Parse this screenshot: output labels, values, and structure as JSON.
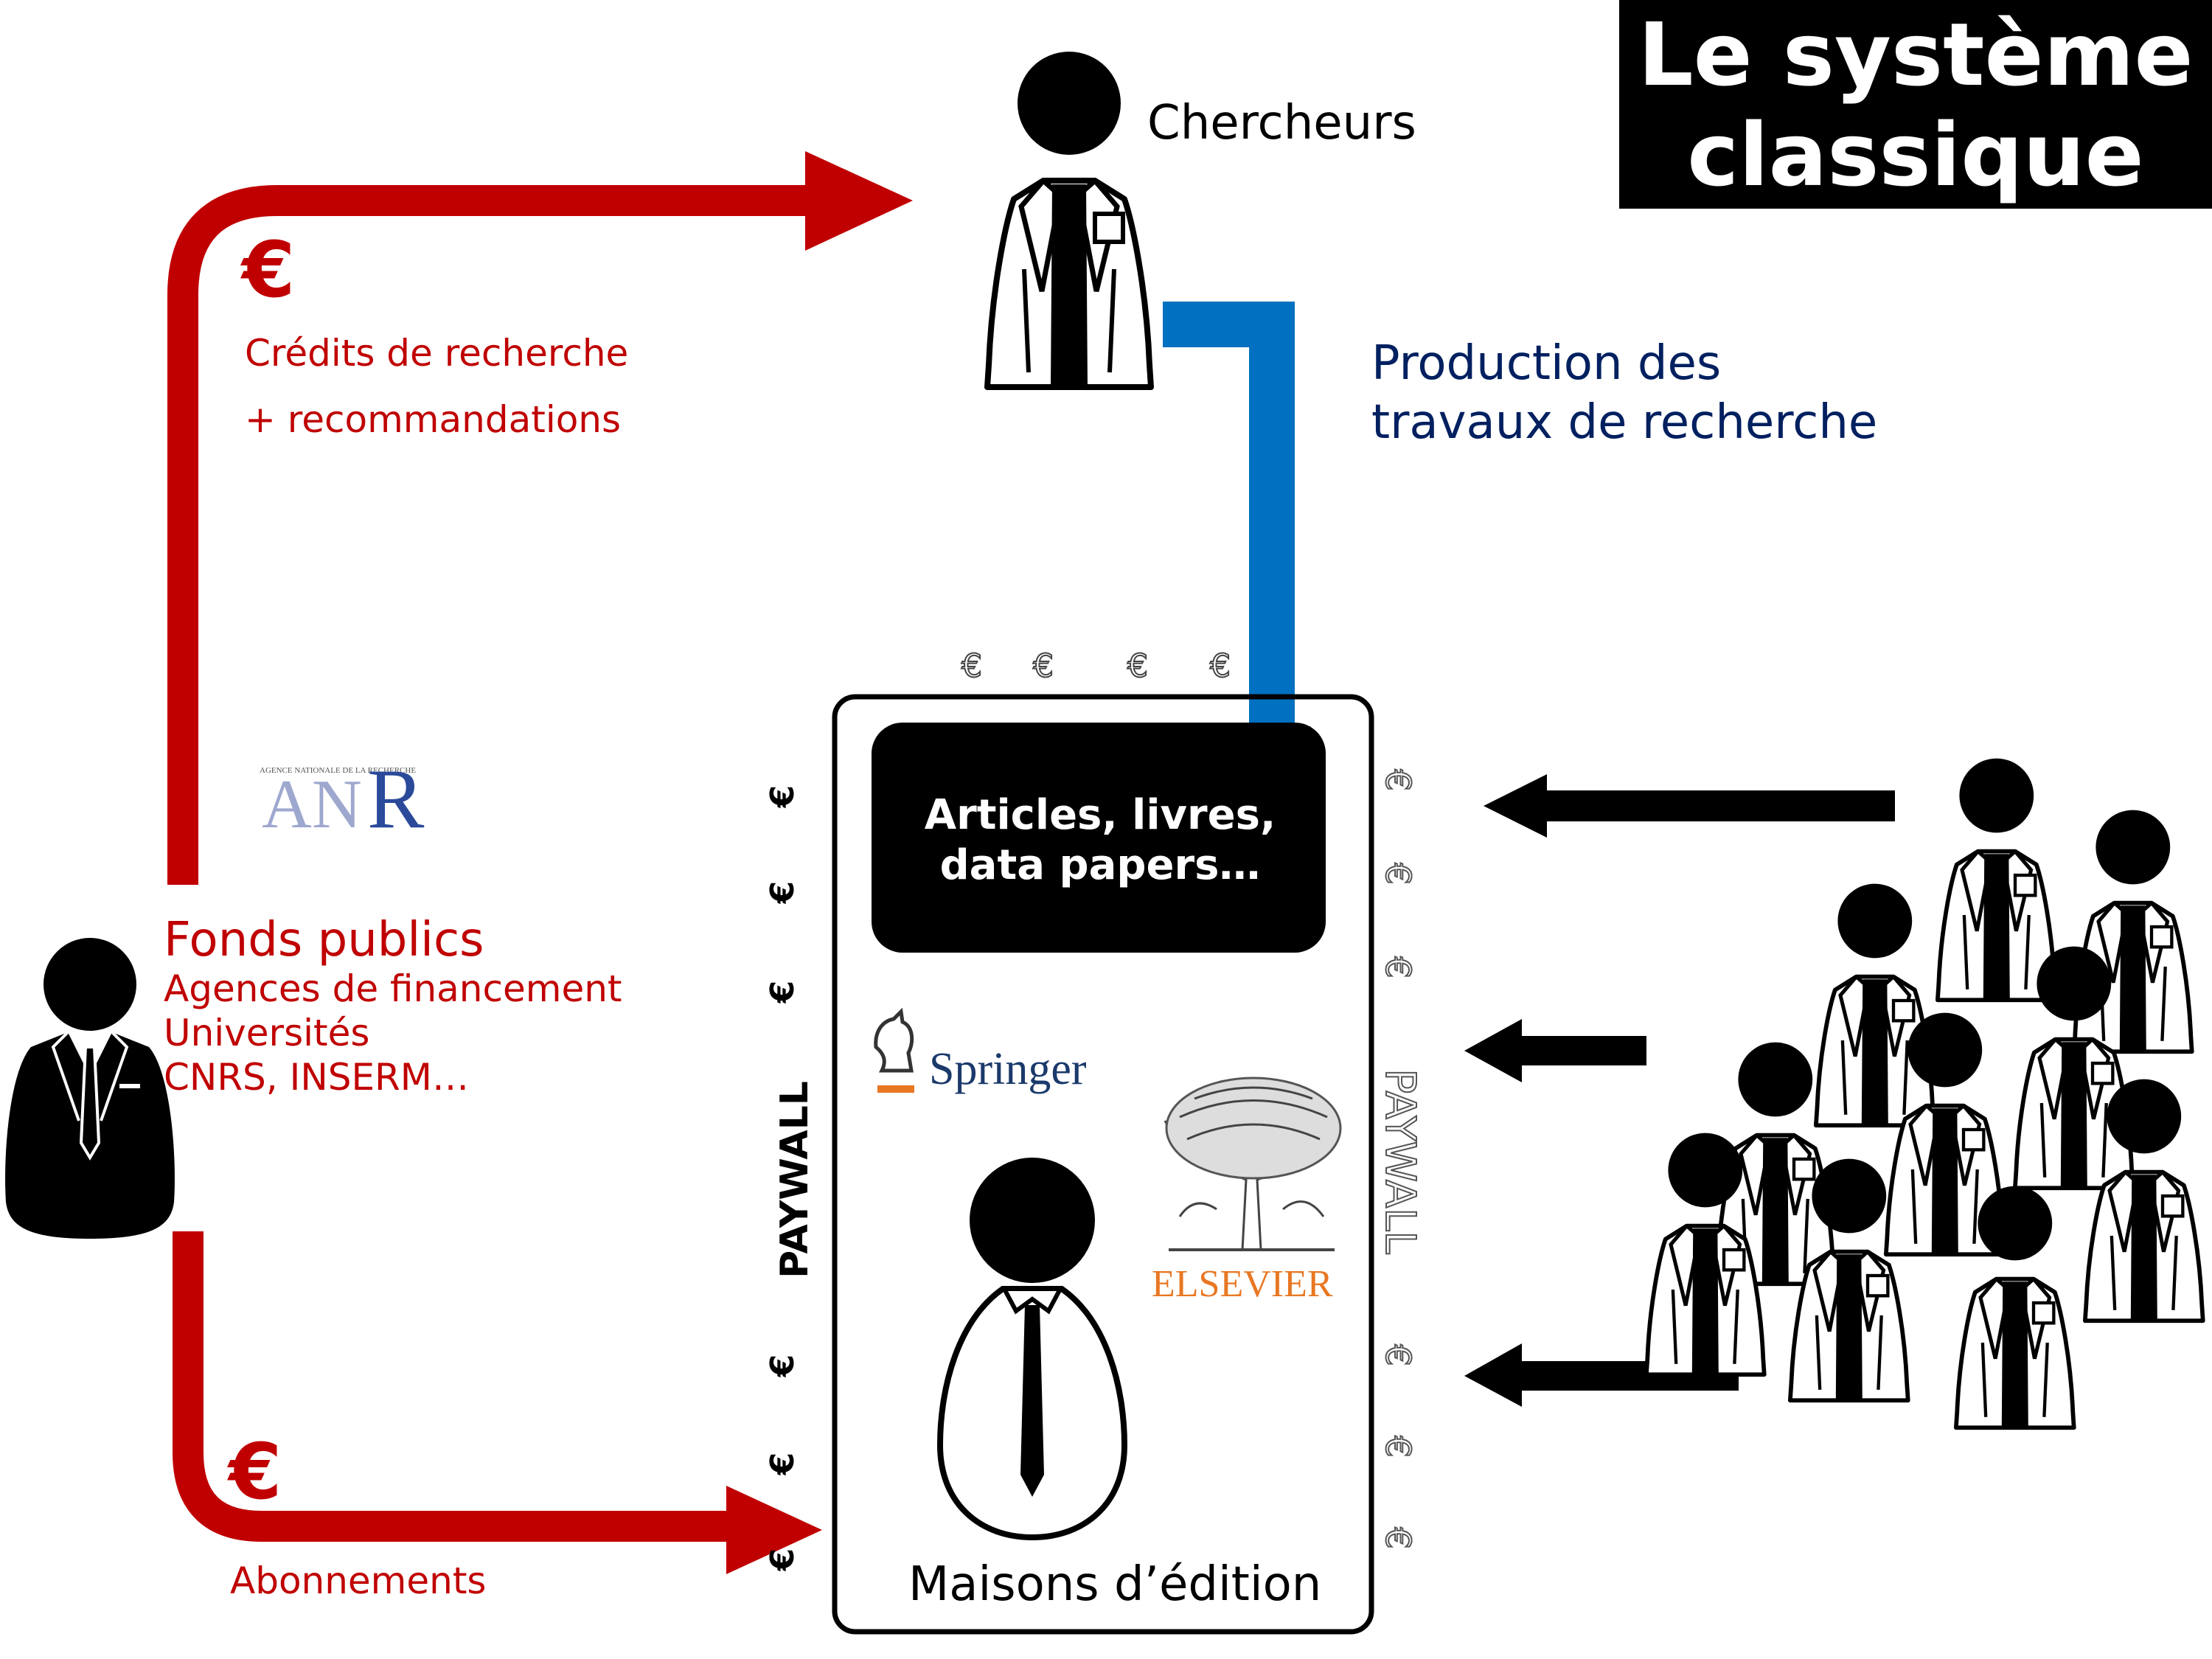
{
  "title": {
    "line1": "Le système",
    "line2": "classique"
  },
  "actors": {
    "researchers": "Chercheurs",
    "public_funds": {
      "heading": "Fonds publics",
      "lines": [
        "Agences de financement",
        "Universités",
        "CNRS, INSERM…"
      ]
    },
    "publishers": "Maisons d’édition"
  },
  "flows": {
    "credits": {
      "symbol": "€",
      "line1": "Crédits de recherche",
      "line2": "+ recommandations"
    },
    "production": {
      "line1": "Production des",
      "line2": "travaux de recherche"
    },
    "subscriptions": {
      "symbol": "€",
      "label": "Abonnements"
    }
  },
  "content_box": {
    "line1": "Articles, livres,",
    "line2": "data papers…"
  },
  "paywall": {
    "label": "PAYWALL",
    "euro": "€"
  },
  "logos": {
    "anr": {
      "left": "AN",
      "right": "R",
      "small": "AGENCE NATIONALE DE LA RECHERCHE"
    },
    "springer": "Springer",
    "elsevier": "ELSEVIER"
  },
  "colors": {
    "red": "#c00000",
    "blue": "#0070c0",
    "navy": "#002060",
    "black": "#000000"
  }
}
